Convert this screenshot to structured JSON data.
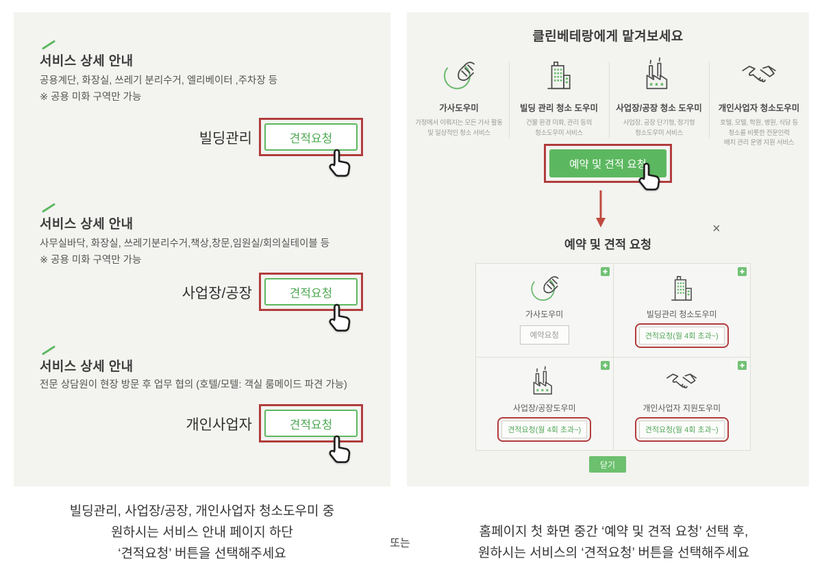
{
  "colors": {
    "green": "#5cb860",
    "red": "#b13c3c",
    "panel_bg": "#f3f3f0"
  },
  "left_panel": {
    "sections": [
      {
        "title": "서비스 상세 안내",
        "description": "공용계단, 화장실, 쓰레기 분리수거, 엘리베이터 ,주차장 등",
        "note": "※ 공용 미화 구역만 가능",
        "label": "빌딩관리",
        "button_label": "견적요청"
      },
      {
        "title": "서비스 상세 안내",
        "description": "사무실바닥, 화장실, 쓰레기분리수거,책상,창문,임원실/회의실테이블 등",
        "note": "※ 공용 미화 구역만 가능",
        "label": "사업장/공장",
        "button_label": "견적요청"
      },
      {
        "title": "서비스 상세 안내",
        "description": "전문 상담원이 현장 방문 후 업무 협의 (호텔/모텔: 객실 룸메이드 파견 가능)",
        "label": "개인사업자",
        "button_label": "견적요청"
      }
    ],
    "caption": "빌딩관리, 사업장/공장, 개인사업자 청소도우미 중\n원하시는 서비스 안내 페이지 하단\n‘견적요청’ 버튼을 선택해주세요"
  },
  "connector": "또는",
  "right_panel": {
    "title": "클린베테랑에게 맡겨보세요",
    "services": [
      {
        "name": "가사도우미",
        "description": "가정에서 이뤄지는 모든 가사 활동\n및 일상적인 청소 서비스"
      },
      {
        "name": "빌딩 관리 청소 도우미",
        "description": "건물 환경 미화, 관리 등의\n청소도우미 서비스"
      },
      {
        "name": "사업장/공장 청소 도우미",
        "description": "사업장, 공장 단기형, 정기형\n청소도우미 서비스"
      },
      {
        "name": "개인사업자 청소도우미",
        "description": "호텔, 모텔, 학원, 병원, 식당 등\n청소를 비롯한 전문인력\n배치 관리 운영 지원 서비스"
      }
    ],
    "cta_label": "예약 및 견적 요청",
    "modal": {
      "title": "예약 및 견적 요청",
      "close_icon": "×",
      "cells": [
        {
          "name": "가사도우미",
          "button_label": "예약요청"
        },
        {
          "name": "빌딩관리 청소도우미",
          "button_label": "견적요청(월 4회 초과~)"
        },
        {
          "name": "사업장/공장도우미",
          "button_label": "견적요청(월 4회 초과~)"
        },
        {
          "name": "개인사업자 지원도우미",
          "button_label": "견적요청(월 4회 초과~)"
        }
      ],
      "close_label": "닫기"
    },
    "caption": "홈페이지 첫 화면 중간 ‘예약 및 견적 요청’ 선택 후,\n원하시는 서비스의 ‘견적요청’ 버튼을  선택해주세요"
  }
}
